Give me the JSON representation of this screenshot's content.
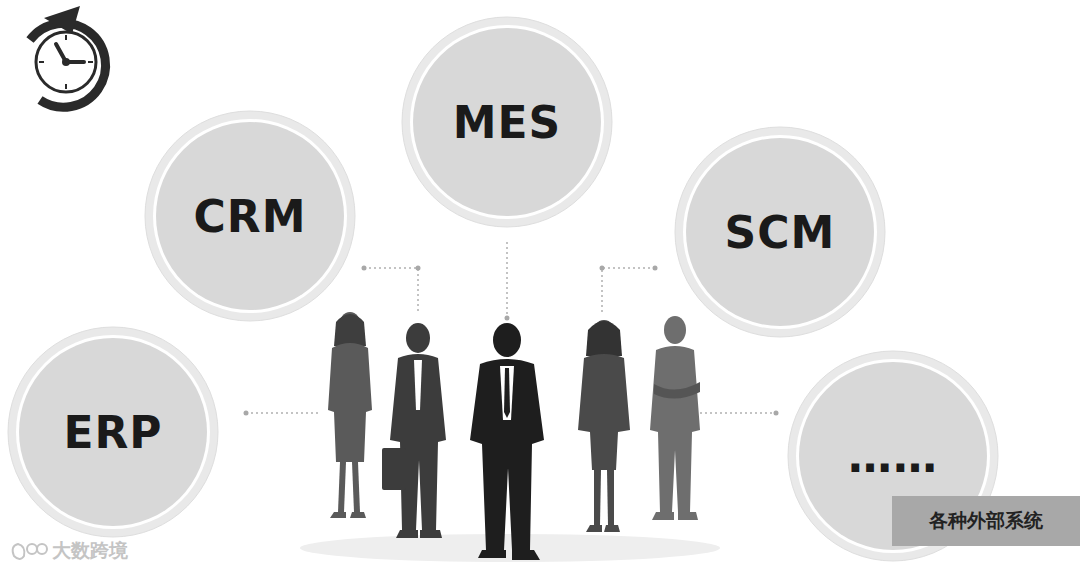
{
  "diagram": {
    "nodes": [
      {
        "text": [
          "CRM"
        ]
      },
      {
        "text": [
          "MES"
        ]
      },
      {
        "text": [
          "SCM"
        ]
      },
      {
        "text": [
          "ERP"
        ]
      },
      {
        "text": [
          "……"
        ]
      },
      {
        "text": [
          "各种外部系统"
        ]
      }
    ],
    "labels": [
      "大数跨境"
    ]
  }
}
